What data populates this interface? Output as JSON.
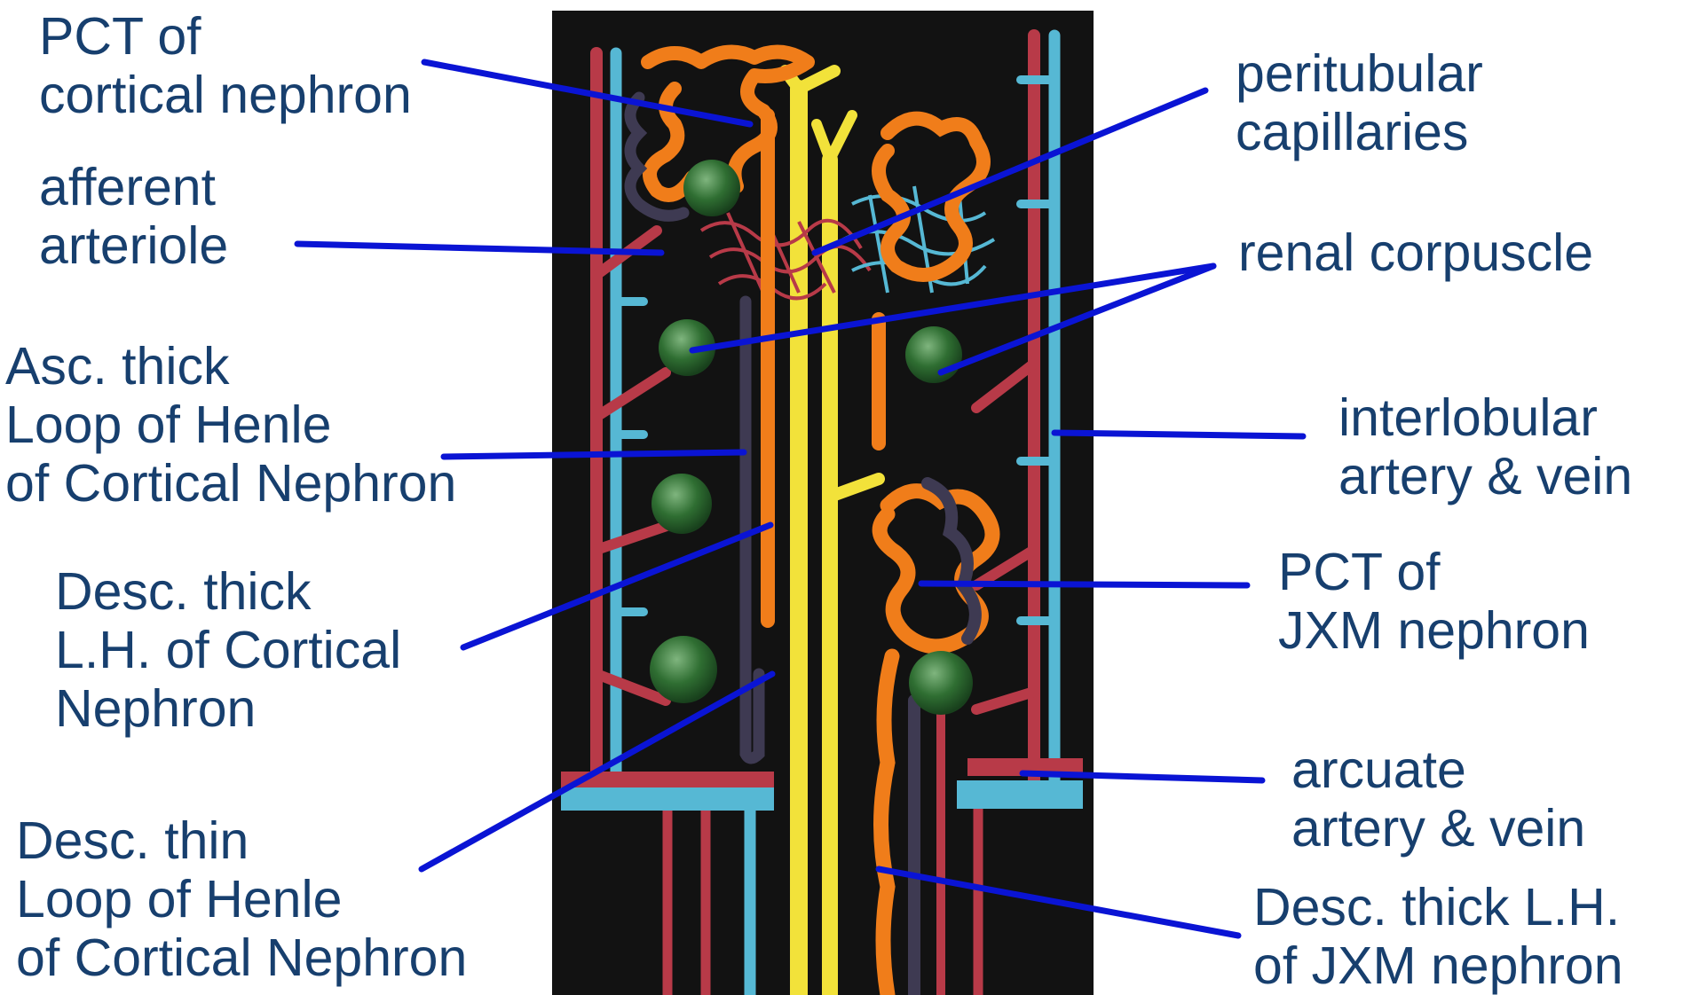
{
  "labels": {
    "pct_cortical": [
      "PCT of",
      "cortical nephron"
    ],
    "afferent_arteriole": [
      "afferent",
      "arteriole"
    ],
    "asc_thick_loh_cortical": [
      "Asc. thick",
      "Loop of Henle",
      "of Cortical Nephron"
    ],
    "desc_thick_lh_cortical": [
      "Desc. thick",
      "L.H. of Cortical",
      "Nephron"
    ],
    "desc_thin_loh_cortical": [
      "Desc. thin",
      "Loop of Henle",
      "of Cortical Nephron"
    ],
    "peritubular_capillaries": [
      "peritubular",
      "capillaries"
    ],
    "renal_corpuscle": [
      "renal corpuscle"
    ],
    "interlobular_artery_vein": [
      "interlobular",
      "artery & vein"
    ],
    "pct_jxm": [
      "PCT of",
      "JXM nephron"
    ],
    "arcuate_artery_vein": [
      "arcuate",
      "artery & vein"
    ],
    "desc_thick_lh_jxm": [
      "Desc. thick L.H.",
      "of JXM nephron"
    ]
  },
  "colors": {
    "label_text": "#173f6e",
    "leader_line": "#0a14d4",
    "board": "#121212",
    "artery": "#b83a48",
    "vein": "#56b8d4",
    "tubule_orange": "#f07d1a",
    "collecting_duct": "#f2e23a",
    "loop_dark": "#3e3a52",
    "glomerulus": "#2f6e32"
  },
  "icons": [
    "renal-corpuscle-icon",
    "kidney-nephron-model-icon"
  ]
}
